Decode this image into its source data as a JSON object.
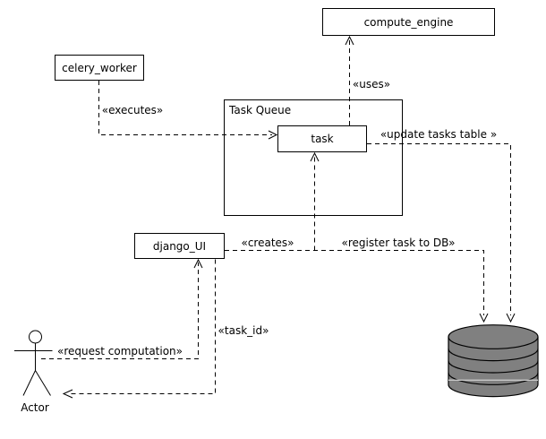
{
  "nodes": {
    "compute_engine": {
      "label": "compute_engine"
    },
    "celery_worker": {
      "label": "celery_worker"
    },
    "task_queue": {
      "label": "Task Queue"
    },
    "task": {
      "label": "task"
    },
    "django_ui": {
      "label": "django_UI"
    }
  },
  "actor": {
    "label": "Actor"
  },
  "edges": {
    "executes": {
      "label": "«executes»"
    },
    "uses": {
      "label": "«uses»"
    },
    "update_tasks_table": {
      "label": "«update tasks table »"
    },
    "creates": {
      "label": "«creates»"
    },
    "register_task_to_db": {
      "label": "«register task to DB»"
    },
    "request_computation": {
      "label": "«request computation»"
    },
    "task_id": {
      "label": "«task_id»"
    }
  },
  "colors": {
    "line": "#000000",
    "box_fill": "#ffffff",
    "db_fill": "#808080",
    "db_stripe": "#c8c8c8"
  }
}
